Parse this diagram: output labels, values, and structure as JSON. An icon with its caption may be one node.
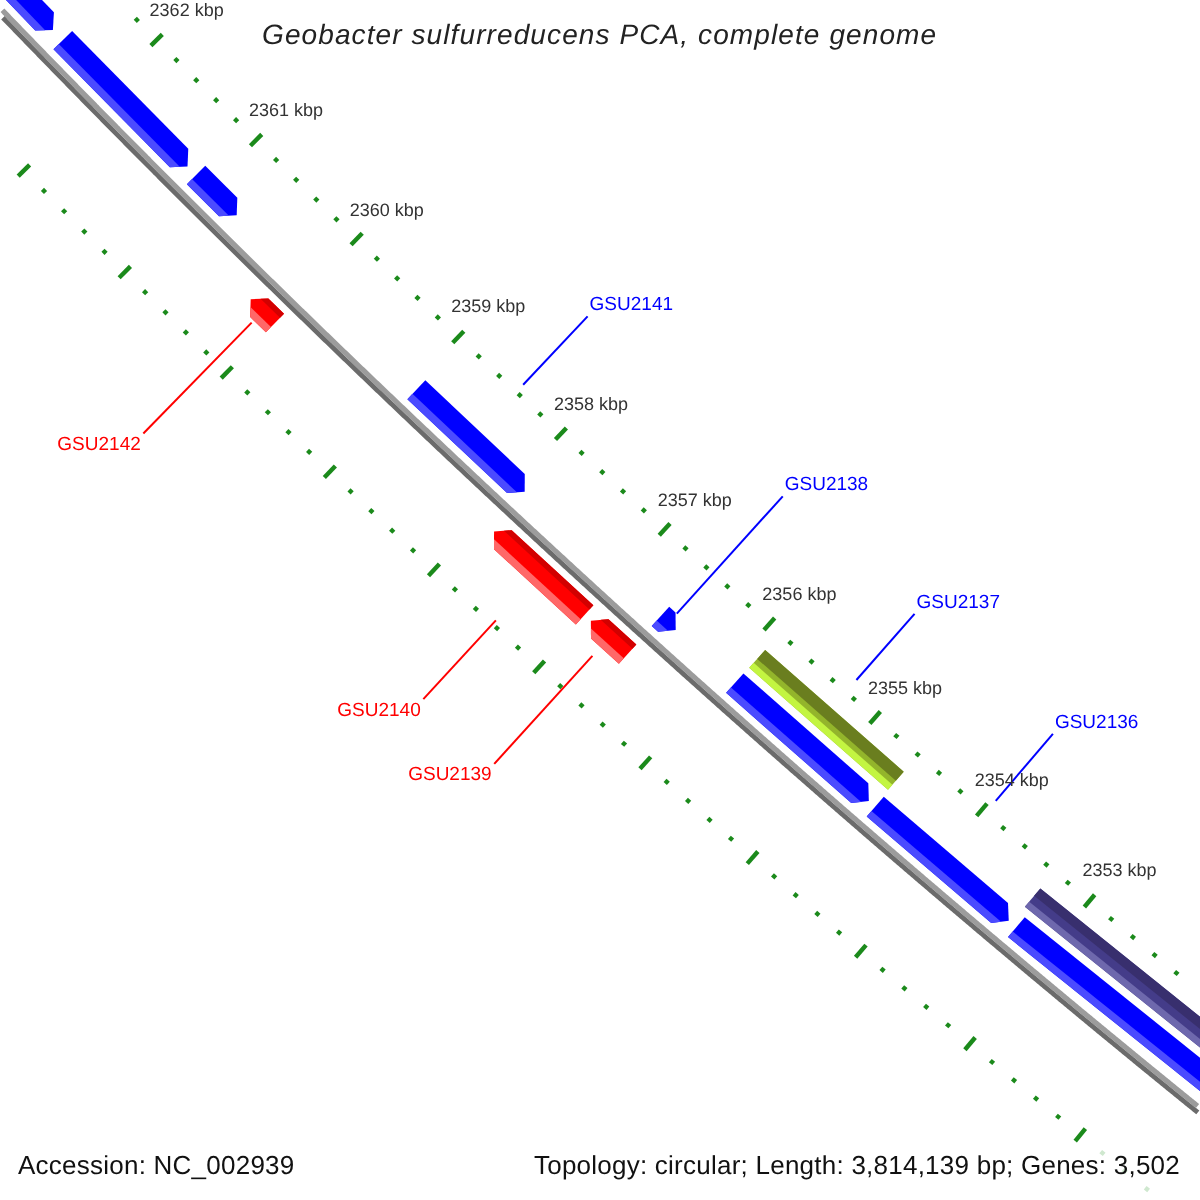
{
  "diagram": {
    "title": "Geobacter sulfurreducens PCA, complete genome",
    "nodes": [
      {
        "text": [],
        "shape": "arrow"
      },
      {
        "text": [],
        "shape": "arrow"
      },
      {
        "text": [],
        "shape": "arrow"
      },
      {
        "text": [],
        "shape": "arrow"
      },
      {
        "text": [],
        "shape": "arrow"
      },
      {
        "text": [],
        "shape": "arrow"
      },
      {
        "text": [],
        "shape": "arrow"
      },
      {
        "text": [],
        "shape": "arrow"
      },
      {
        "text": [],
        "shape": "bar"
      },
      {
        "text": [],
        "shape": "arrow"
      },
      {
        "text": [],
        "shape": "arrow"
      },
      {
        "text": [],
        "shape": "bar"
      },
      {
        "text": [],
        "shape": "arrow"
      },
      {
        "text": [
          "GSU2141"
        ]
      },
      {
        "text": [
          "GSU2142"
        ]
      },
      {
        "text": [
          "GSU2138"
        ]
      },
      {
        "text": [
          "GSU2137"
        ]
      },
      {
        "text": [
          "GSU2140"
        ]
      },
      {
        "text": [
          "GSU2136"
        ]
      },
      {
        "text": [
          "GSU2139"
        ]
      }
    ],
    "edges": [
      {
        "from": 13,
        "to": 4,
        "arrow": "none"
      },
      {
        "from": 14,
        "to": 3,
        "arrow": "none",
        "color": "#ff0000"
      },
      {
        "from": 15,
        "to": 7,
        "arrow": "none"
      },
      {
        "from": 16,
        "to": 9,
        "arrow": "none"
      },
      {
        "from": 17,
        "to": 5,
        "arrow": "none",
        "color": "#ff0000"
      },
      {
        "from": 18,
        "to": 10,
        "arrow": "none"
      },
      {
        "from": 19,
        "to": 6,
        "arrow": "none",
        "color": "#ff0000"
      }
    ],
    "labels": [
      "2362 kbp",
      "2361 kbp",
      "2360 kbp",
      "2359 kbp",
      "2358 kbp",
      "2357 kbp",
      "2356 kbp",
      "2355 kbp",
      "2354 kbp",
      "2353 kbp",
      "Accession: NC_002939",
      "Topology: circular; Length: 3,814,139 bp; Genes: 3,502"
    ]
  }
}
